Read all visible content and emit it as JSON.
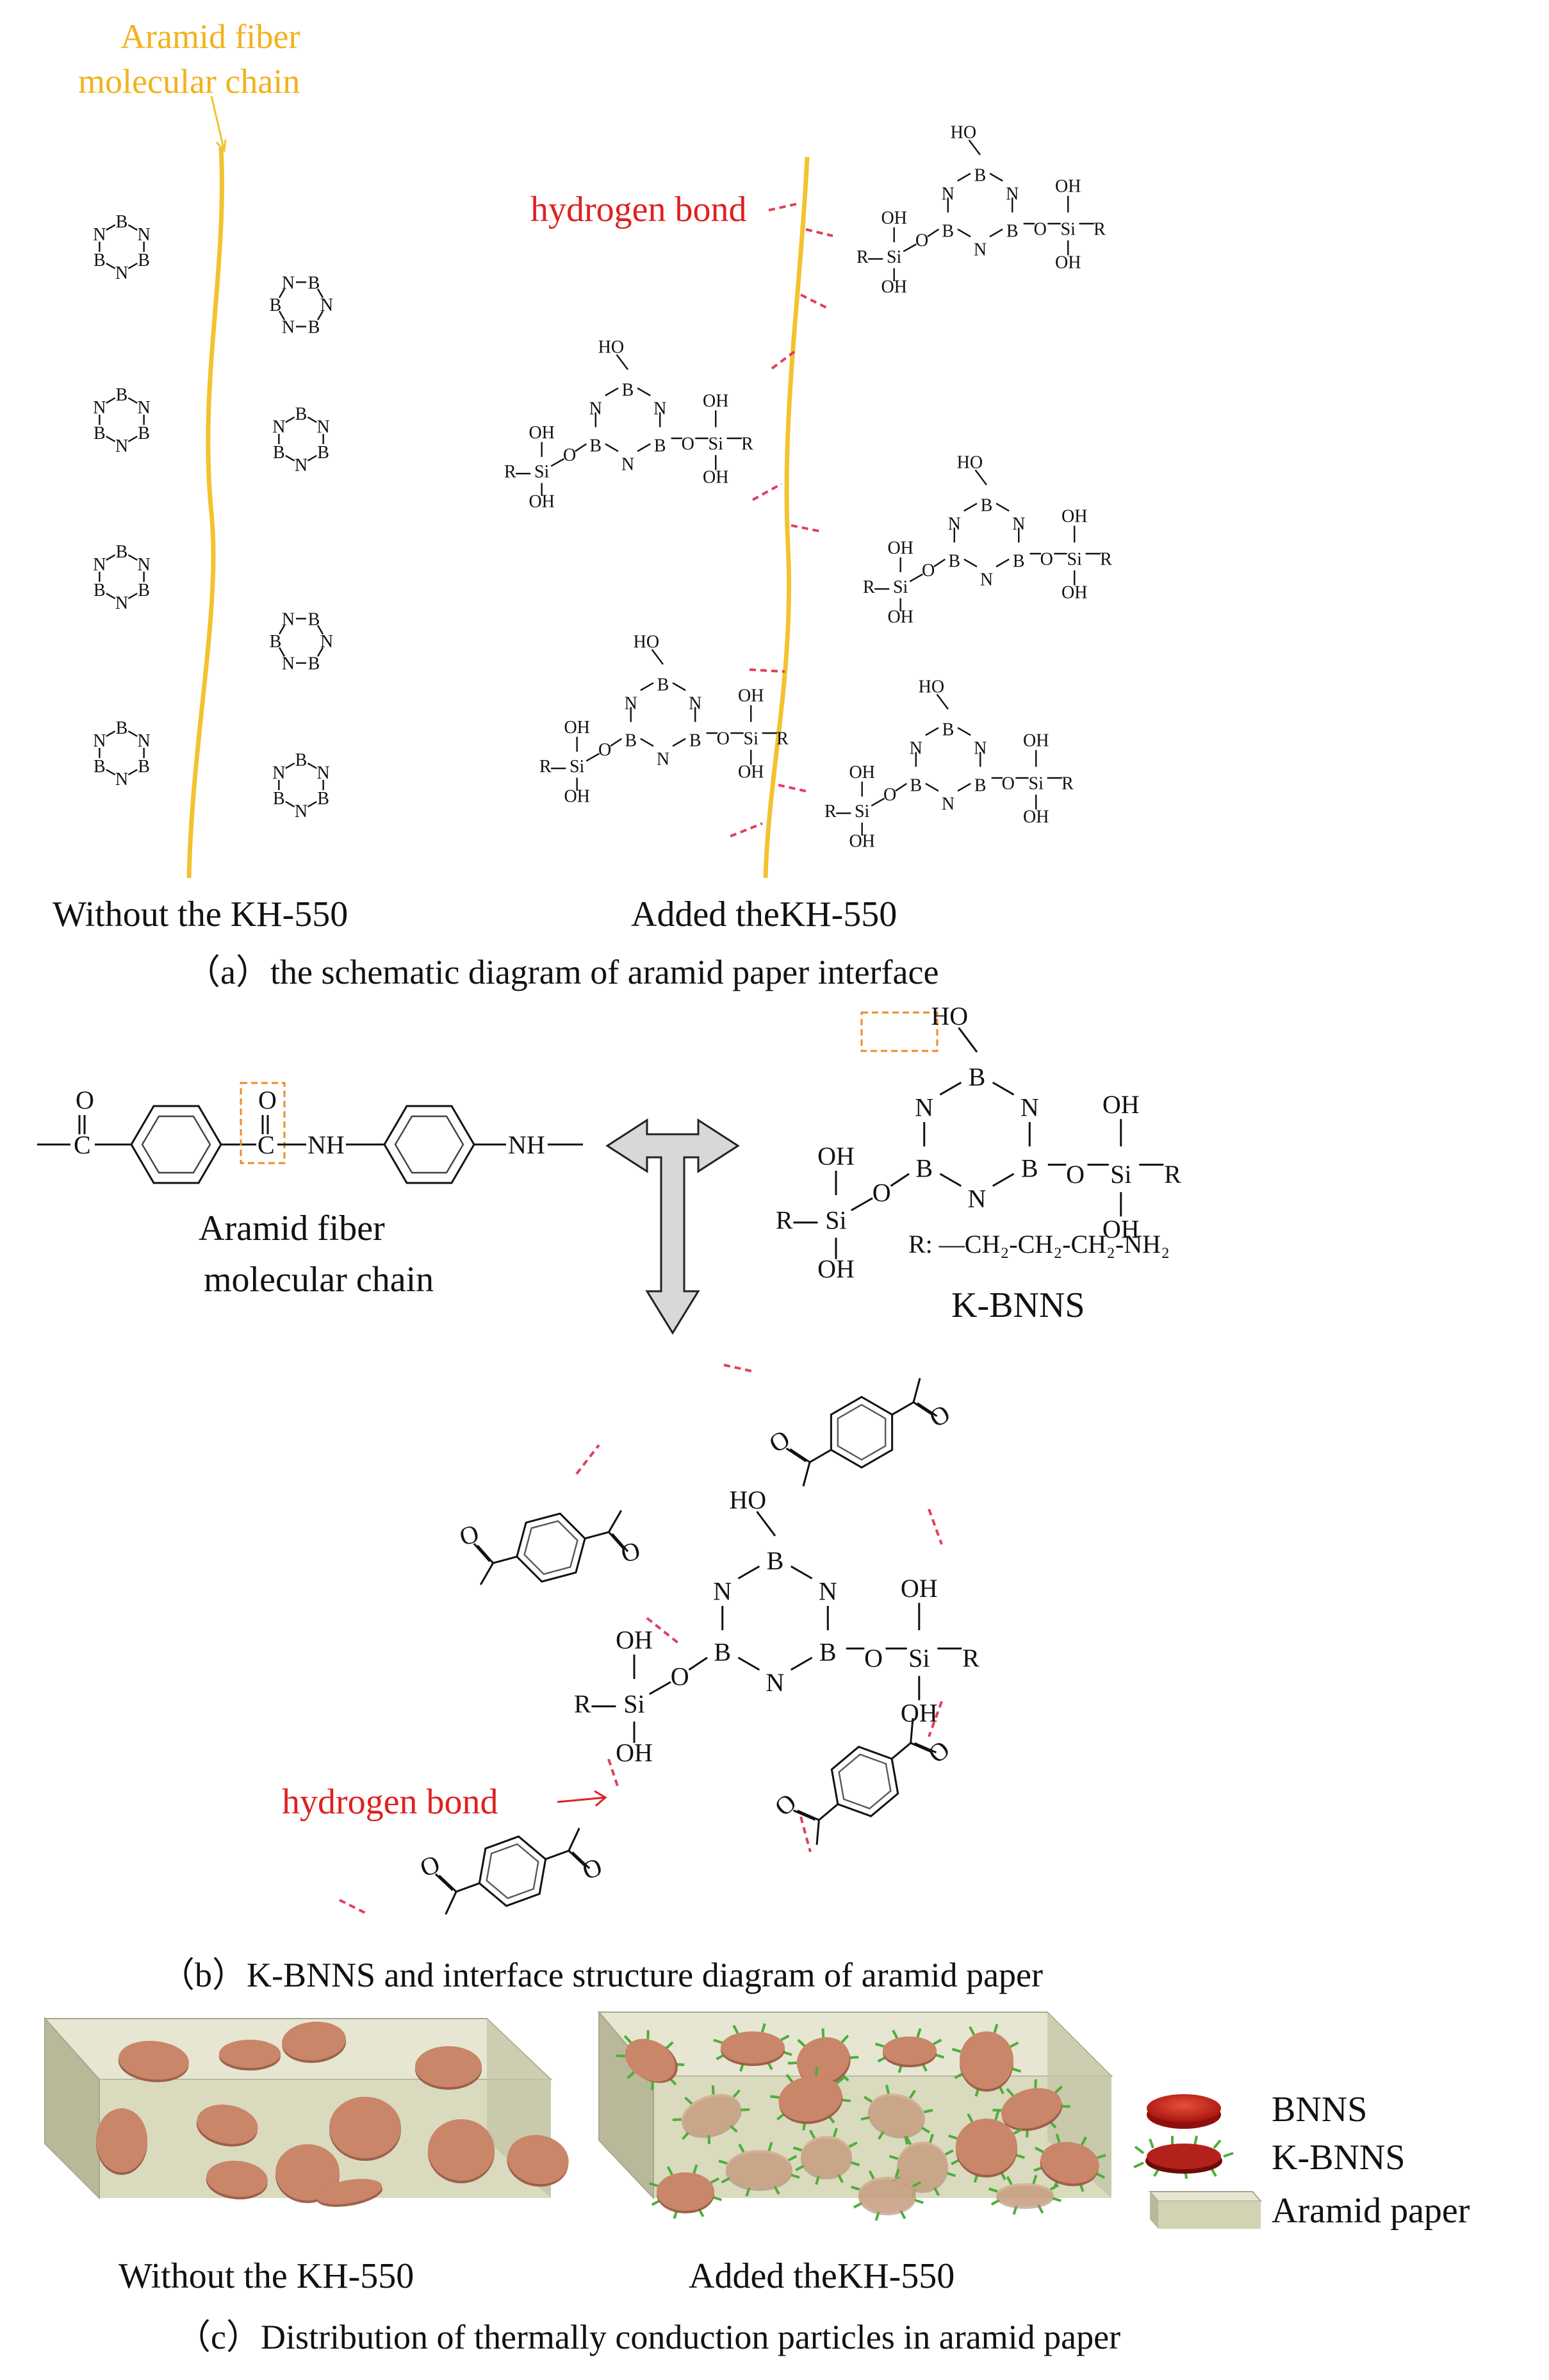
{
  "panel_a": {
    "fiber_label_line1": "Aramid fiber",
    "fiber_label_line2": "molecular chain",
    "hydrogen_bond_label": "hydrogen bond",
    "left_label": "Without the KH-550",
    "right_label": "Added theKH-550",
    "caption": "（a）the schematic diagram of aramid paper interface"
  },
  "panel_b": {
    "aramid_label_line1": "Aramid fiber",
    "aramid_label_line2": "molecular chain",
    "kbnns_label": "K-BNNS",
    "r_definition": "R: —CH₂-CH₂-CH₂-NH₂",
    "hydrogen_bond_label": "hydrogen bond",
    "caption": "（b）K-BNNS and interface structure diagram of aramid paper"
  },
  "panel_c": {
    "left_label": "Without the KH-550",
    "right_label": "Added theKH-550",
    "legend": [
      {
        "label": "BNNS"
      },
      {
        "label": "K-BNNS"
      },
      {
        "label": "Aramid paper"
      }
    ],
    "caption": "（c）Distribution of thermally conduction particles in aramid paper"
  },
  "atoms": {
    "B": "B",
    "N": "N",
    "O": "O",
    "Si": "Si",
    "R": "R",
    "HO": "HO",
    "OH": "OH",
    "H": "H",
    "C": "C",
    "NH": "NH"
  },
  "colors": {
    "fiber": "#f2c230",
    "hydrogen_bond": "#e0405a",
    "label_red": "#e02020",
    "box_orange": "#f08a24",
    "paper": "#d3d3b4",
    "particle": "#c98668",
    "bnns_red": "#c0201c",
    "kbnns_green": "#4caf3a"
  }
}
